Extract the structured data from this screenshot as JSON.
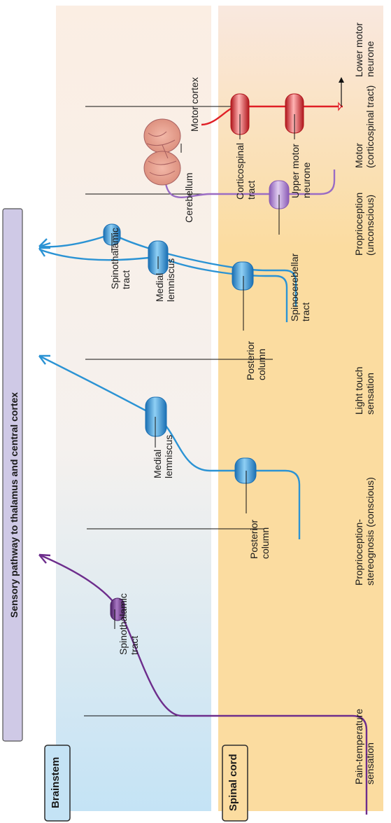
{
  "regions": {
    "brainstem": "Brainstem",
    "spinal_cord": "Spinal cord",
    "banner": "Sensory pathway to thalamus and central cortex"
  },
  "columns": {
    "pain_temperature": "Pain-temperature\nsensation",
    "proprioception_conscious": "Proprioception-\nstereognosis (conscious)",
    "light_touch": "Light touch\nsensation",
    "proprioception_unconscious": "Proprioception\n(unconscious)",
    "motor": "Motor\n(corticospinal tract)"
  },
  "labels": {
    "spinothalamic_tract_1": "Spinothalamic\ntract",
    "posterior_column_1": "Posterior\ncolumn",
    "medial_lemniscus_1": "Medial\nlemniscus",
    "posterior_column_2": "Posterior\ncolumn",
    "spinothalamic_tract_2": "Spinothalamic\ntract",
    "medial_lemniscus_2": "Medial\nlemniscus",
    "spinocerebellar_tract": "Spinocerebellar\ntract",
    "cerebellum": "Cerebellum",
    "corticospinal_tract": "Corticospinal\ntract",
    "upper_motor_neurone": "Upper motor\nneurone",
    "motor_cortex": "Motor cortex",
    "lower_motor_neurone": "Lower motor\nneurone"
  },
  "colors": {
    "brainstem_bg": "#c4e3f5",
    "spinal_bg": "#fbdca0",
    "banner_bg": "#cfc9e6",
    "purple": "#6d2d8c",
    "blue": "#2b93d4",
    "lilac": "#9a6cc4",
    "red": "#e01f26"
  }
}
